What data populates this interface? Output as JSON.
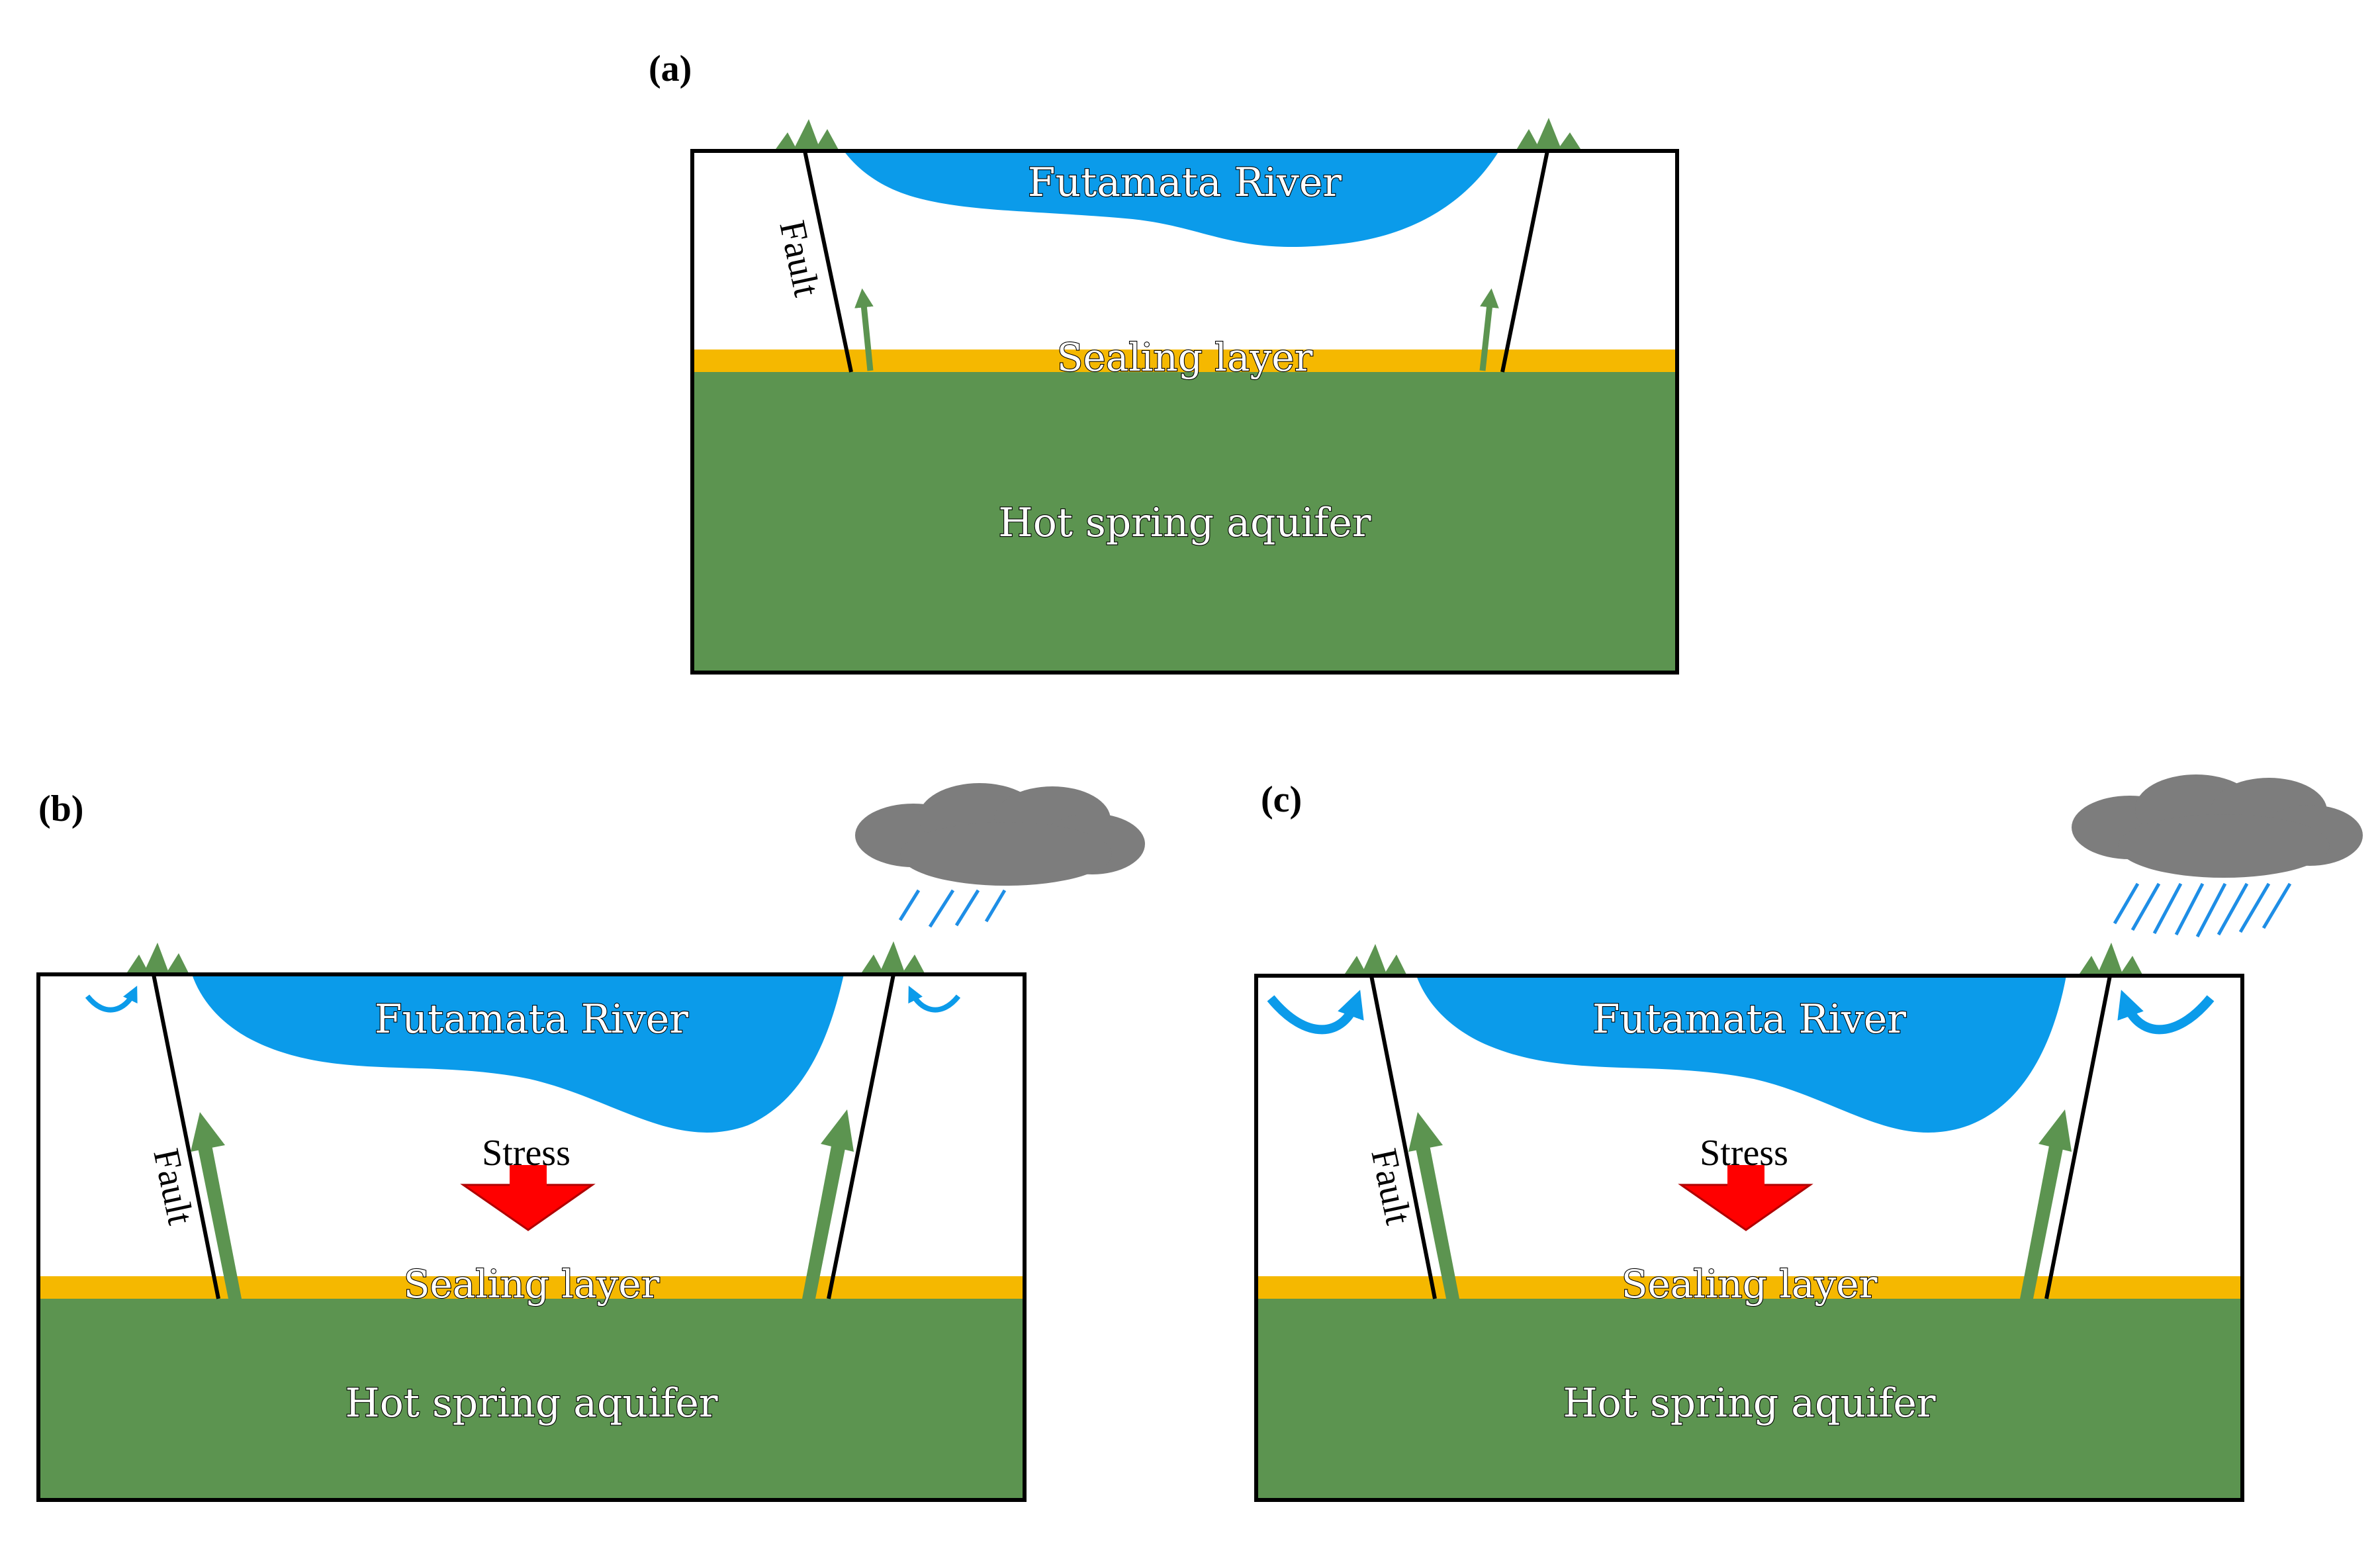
{
  "colors": {
    "river": "#0b9bea",
    "sealing_layer": "#f5b800",
    "aquifer": "#5c9450",
    "arrow_green": "#5c9450",
    "stress_arrow": "#ff0000",
    "cloud": "#7d7d7d",
    "rain": "#1e8ee6",
    "outline": "#000000"
  },
  "panels": {
    "a": {
      "tag": "(a)",
      "river_label": "Futamata River",
      "sealing_label": "Sealing layer",
      "aquifer_label": "Hot spring aquifer",
      "fault_label": "Fault"
    },
    "b": {
      "tag": "(b)",
      "river_label": "Futamata River",
      "sealing_label": "Sealing layer",
      "aquifer_label": "Hot spring aquifer",
      "fault_label": "Fault",
      "stress_label": "Stress",
      "rain_intensity": "light"
    },
    "c": {
      "tag": "(c)",
      "river_label": "Futamata River",
      "sealing_label": "Sealing layer",
      "aquifer_label": "Hot spring aquifer",
      "fault_label": "Fault",
      "stress_label": "Stress",
      "rain_intensity": "heavy"
    }
  },
  "icons": [
    "grass-icon",
    "cloud-icon",
    "rain-icon",
    "stress-arrow-icon",
    "upflow-arrow-icon",
    "infiltration-arrow-icon"
  ]
}
